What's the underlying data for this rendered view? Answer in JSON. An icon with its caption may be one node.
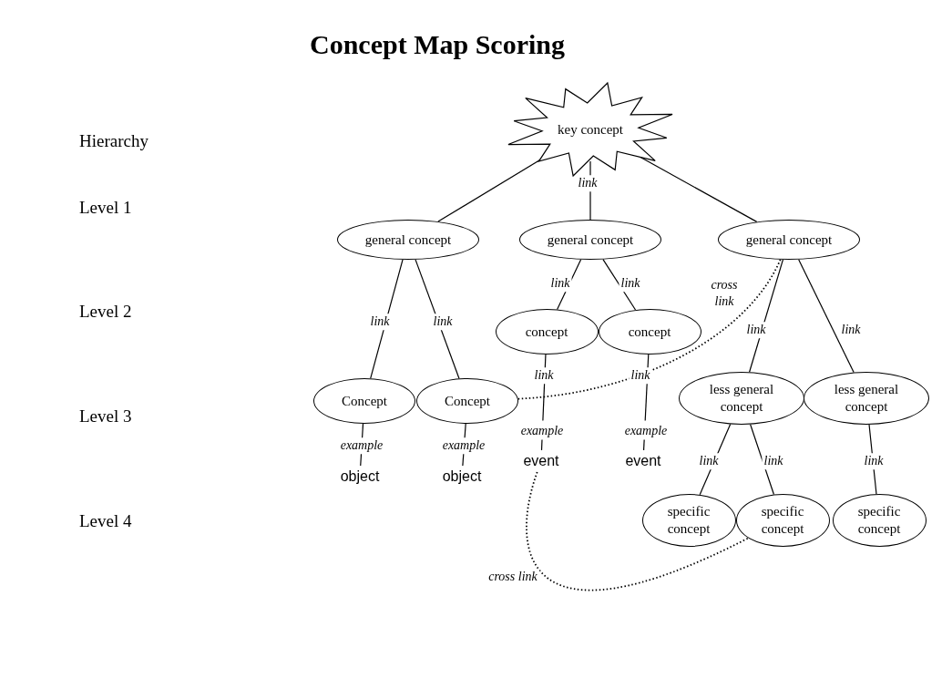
{
  "diagram": {
    "title": "Concept Map Scoring",
    "nodes": [
      {
        "text": [
          "key concept"
        ]
      },
      {
        "text": [
          "general concept"
        ]
      },
      {
        "text": [
          "general concept"
        ]
      },
      {
        "text": [
          "general concept"
        ]
      },
      {
        "text": [
          "concept"
        ]
      },
      {
        "text": [
          "concept"
        ]
      },
      {
        "text": [
          "Concept"
        ]
      },
      {
        "text": [
          "Concept"
        ]
      },
      {
        "text": [
          "less general concept"
        ]
      },
      {
        "text": [
          "less general concept"
        ]
      },
      {
        "text": [
          "specific concept"
        ]
      },
      {
        "text": [
          "specific concept"
        ]
      },
      {
        "text": [
          "specific concept"
        ]
      },
      {
        "text": [
          "object"
        ]
      },
      {
        "text": [
          "object"
        ]
      },
      {
        "text": [
          "event"
        ]
      },
      {
        "text": [
          "event"
        ]
      }
    ],
    "edges": [
      {
        "from": 0,
        "to": 1,
        "arrow": "none"
      },
      {
        "from": 0,
        "to": 2,
        "arrow": "none",
        "label": "link"
      },
      {
        "from": 0,
        "to": 3,
        "arrow": "none"
      },
      {
        "from": 1,
        "to": 6,
        "arrow": "none",
        "label": "link"
      },
      {
        "from": 1,
        "to": 7,
        "arrow": "none",
        "label": "link"
      },
      {
        "from": 2,
        "to": 4,
        "arrow": "none",
        "label": "link"
      },
      {
        "from": 2,
        "to": 5,
        "arrow": "none",
        "label": "link"
      },
      {
        "from": 3,
        "to": 8,
        "arrow": "none",
        "label": "link"
      },
      {
        "from": 3,
        "to": 9,
        "arrow": "none",
        "label": "link"
      },
      {
        "from": 4,
        "to": 15,
        "arrow": "none",
        "label": "link"
      },
      {
        "from": 5,
        "to": 16,
        "arrow": "none",
        "label": "link"
      },
      {
        "from": 6,
        "to": 13,
        "arrow": "none",
        "label": "example"
      },
      {
        "from": 7,
        "to": 14,
        "arrow": "none",
        "label": "example"
      },
      {
        "from": 8,
        "to": 10,
        "arrow": "none",
        "label": "link"
      },
      {
        "from": 8,
        "to": 11,
        "arrow": "none",
        "label": "link"
      },
      {
        "from": 9,
        "to": 12,
        "arrow": "none",
        "label": "link"
      },
      {
        "from": 7,
        "to": 3,
        "arrow": "none",
        "label": "cross link",
        "style": "dashed"
      },
      {
        "from": 15,
        "to": 11,
        "arrow": "none",
        "label": "cross link",
        "style": "dashed"
      }
    ],
    "labels": [
      "Hierarchy",
      "Level 1",
      "Level 2",
      "Level 3",
      "Level 4",
      "example",
      "example"
    ]
  }
}
